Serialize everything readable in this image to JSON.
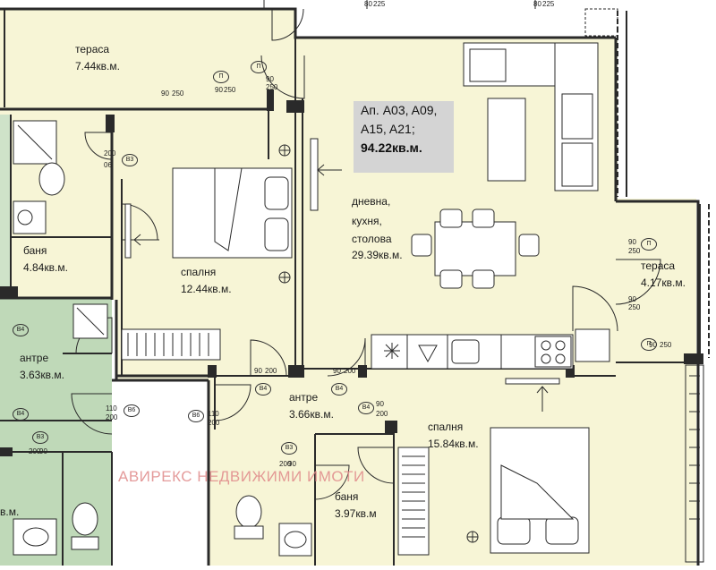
{
  "apartment": {
    "ids_line1": "Ап. A03, A09,",
    "ids_line2": "A15, A21;",
    "total_area": "94.22кв.м."
  },
  "rooms": {
    "terrace_top": {
      "name": "тераса",
      "area": "7.44кв.м."
    },
    "bath_left": {
      "name": "баня",
      "area": "4.84кв.м."
    },
    "bedroom_left": {
      "name": "спалня",
      "area": "12.44кв.м."
    },
    "living": {
      "name_line1": "дневна,",
      "name_line2": "кухня,",
      "name_line3": "столова",
      "area": "29.39кв.м."
    },
    "terrace_right": {
      "name": "тераса",
      "area": "4.17кв.м."
    },
    "hall_left": {
      "name": "антре",
      "area": "3.63кв.м."
    },
    "hall_center": {
      "name": "антре",
      "area": "3.66кв.м."
    },
    "bedroom_right": {
      "name": "спалня",
      "area": "15.84кв.м."
    },
    "bath_bottom": {
      "name": "баня",
      "area": "3.97кв.м"
    },
    "cut_left_area": "в.м."
  },
  "door_codes": {
    "b3": "В3",
    "b4": "В4",
    "b6": "В6",
    "p": "П"
  },
  "dims": {
    "d90": "90",
    "d250": "250",
    "d200": "200",
    "d110": "110",
    "d06": "06",
    "d80": "80",
    "d225": "225"
  },
  "watermark": "АВИРЕКС НЕДВИЖИМИ ИМОТИ",
  "colors": {
    "floor": "#f7f5d6",
    "hall_green": "#bfd9b8",
    "wall": "#2a2a2a",
    "label_box": "#d4d4d4",
    "watermark": "#e08a8a"
  }
}
